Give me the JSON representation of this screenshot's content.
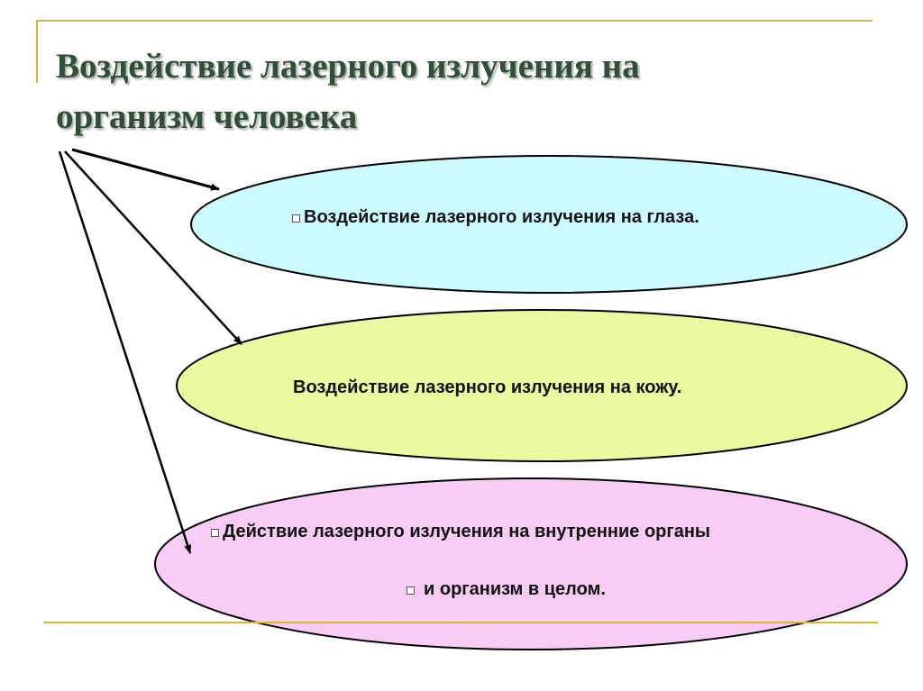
{
  "slide": {
    "title_line1": "Воздействие лазерного излучения на",
    "title_line2": "организм человека"
  },
  "items": [
    {
      "text": "Воздействие лазерного излучения на глаза.",
      "fill": "#ccfcff",
      "bullet": true
    },
    {
      "text": "Воздействие лазерного излучения на кожу.",
      "fill": "#ebfa9e",
      "bullet": false
    },
    {
      "text": "Действие лазерного излучения на внутренние органы",
      "text2": "и организм в целом.",
      "fill": "#f9ccf8",
      "bullet": true
    }
  ],
  "colors": {
    "accent_line": "#d9b53b",
    "title": "#2f4f38",
    "arrow": "#000000"
  }
}
